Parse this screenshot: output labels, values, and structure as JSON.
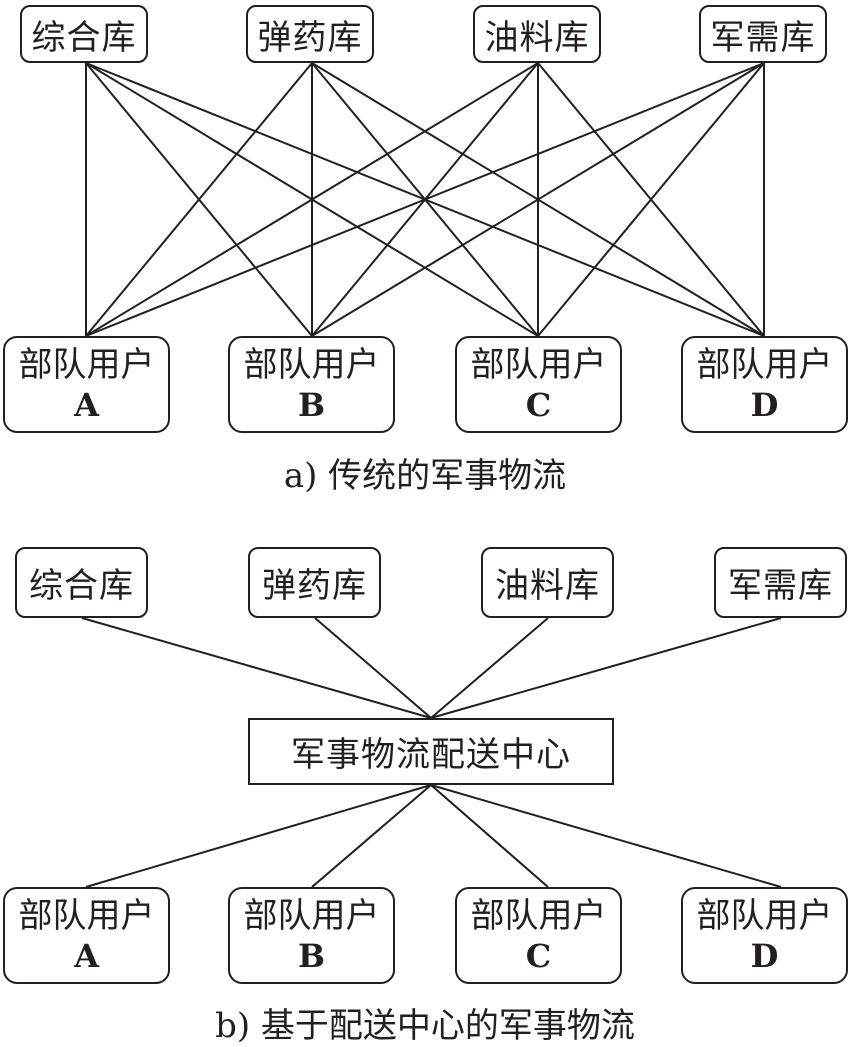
{
  "colors": {
    "stroke": "#231f20",
    "background": "#ffffff"
  },
  "depots": [
    "综合库",
    "弹药库",
    "油料库",
    "军需库"
  ],
  "units": [
    {
      "label": "部队用户",
      "letter": "A"
    },
    {
      "label": "部队用户",
      "letter": "B"
    },
    {
      "label": "部队用户",
      "letter": "C"
    },
    {
      "label": "部队用户",
      "letter": "D"
    }
  ],
  "center": "军事物流配送中心",
  "captions": {
    "a": "a) 传统的军事物流",
    "b": "b) 基于配送中心的军事物流"
  }
}
